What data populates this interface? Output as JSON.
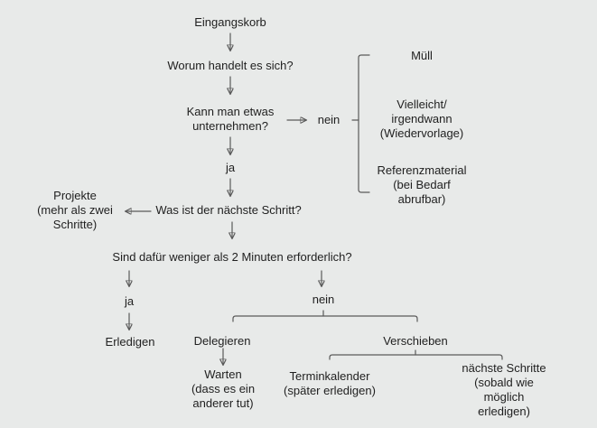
{
  "diagram": {
    "type": "flowchart",
    "language": "de",
    "colors": {
      "background": "#e8eae9",
      "line": "#5a5a5a",
      "text": "#1f1f1f"
    },
    "nodes": {
      "eingangskorb": "Eingangskorb",
      "worum_handelt": "Worum handelt es sich?",
      "kann_man_etwas": "Kann man etwas\nunternehmen?",
      "nein_oben": "nein",
      "muell": "Müll",
      "vielleicht": "Vielleicht/\nirgendwann\n(Wiedervorlage)",
      "referenzmaterial": "Referenzmaterial\n(bei Bedarf\nabrufbar)",
      "ja_oben": "ja",
      "projekte": "Projekte\n(mehr als zwei\nSchritte)",
      "naechster_schritt": "Was ist der nächste Schritt?",
      "zwei_minuten": "Sind dafür weniger als 2 Minuten erforderlich?",
      "ja_unten": "ja",
      "erledigen": "Erledigen",
      "nein_unten": "nein",
      "delegieren": "Delegieren",
      "verschieben": "Verschieben",
      "warten": "Warten\n(dass es ein\nanderer tut)",
      "terminkalender": "Terminkalender\n(später erledigen)",
      "naechste_schritte": "nächste Schritte\n(sobald wie möglich\nerledigen)"
    }
  }
}
